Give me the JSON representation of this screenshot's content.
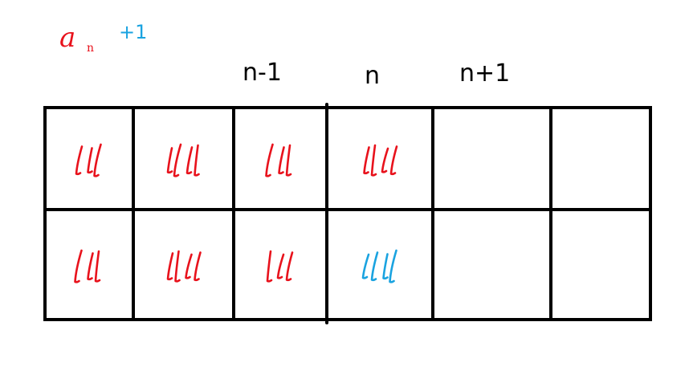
{
  "colors": {
    "red": "#e8121c",
    "blue": "#1aa3e0",
    "ink": "#000000",
    "background": "#ffffff"
  },
  "header": {
    "variable": "a",
    "subscript": "n",
    "increment": "+1"
  },
  "columns": [
    {
      "label": ""
    },
    {
      "label": ""
    },
    {
      "label": "n-1"
    },
    {
      "label": "n"
    },
    {
      "label": "n+1"
    },
    {
      "label": ""
    }
  ],
  "rows": [
    {
      "cells": [
        {
          "tally": 3,
          "color": "red"
        },
        {
          "tally": 4,
          "color": "red"
        },
        {
          "tally": 3,
          "color": "red"
        },
        {
          "tally": 4,
          "color": "red"
        },
        {
          "tally": 0,
          "color": "red"
        },
        {
          "tally": 0,
          "color": "red"
        }
      ]
    },
    {
      "cells": [
        {
          "tally": 3,
          "color": "red"
        },
        {
          "tally": 4,
          "color": "red"
        },
        {
          "tally": 3,
          "color": "red"
        },
        {
          "tally": 4,
          "color": "blue"
        },
        {
          "tally": 0,
          "color": "red"
        },
        {
          "tally": 0,
          "color": "red"
        }
      ]
    }
  ]
}
